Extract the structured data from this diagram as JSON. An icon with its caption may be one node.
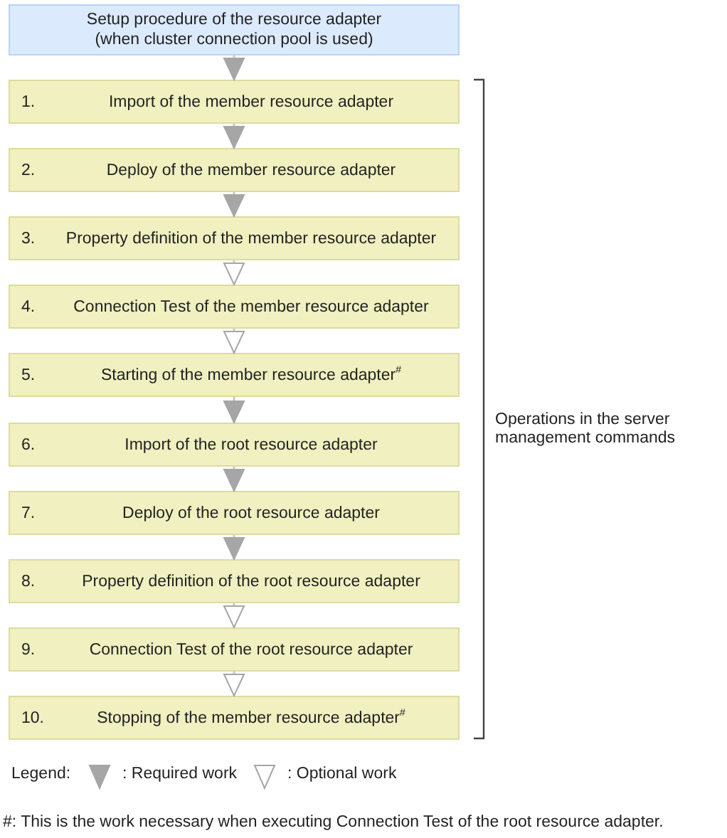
{
  "diagram": {
    "nodes": [
      {
        "text": [
          "Setup procedure of the resource adapter (when cluster connection pool is used)"
        ]
      },
      {
        "text": [
          "1.",
          "Import of the member resource adapter"
        ]
      },
      {
        "text": [
          "2.",
          "Deploy of the member resource adapter"
        ]
      },
      {
        "text": [
          "3.",
          "Property definition of the member resource adapter"
        ]
      },
      {
        "text": [
          "4.",
          "Connection Test of the member resource adapter"
        ]
      },
      {
        "text": [
          "5.",
          "Starting of the member resource adapter$^{#}$"
        ]
      },
      {
        "text": [
          "6.",
          "Import of the root resource adapter"
        ]
      },
      {
        "text": [
          "7.",
          "Deploy of the root resource adapter"
        ]
      },
      {
        "text": [
          "8.",
          "Property definition of the root resource adapter"
        ]
      },
      {
        "text": [
          "9.",
          "Connection Test of the root resource adapter"
        ]
      },
      {
        "text": [
          "10.",
          "Stopping of the member resource adapter$^{#}$"
        ]
      }
    ],
    "edges": [
      {
        "from": 0,
        "to": 1,
        "arrow": "to"
      },
      {
        "from": 1,
        "to": 2,
        "arrow": "to"
      },
      {
        "from": 2,
        "to": 3,
        "arrow": "to"
      },
      {
        "from": 3,
        "to": 4,
        "arrow": "to"
      },
      {
        "from": 4,
        "to": 5,
        "arrow": "to"
      },
      {
        "from": 5,
        "to": 6,
        "arrow": "to"
      },
      {
        "from": 6,
        "to": 7,
        "arrow": "to"
      },
      {
        "from": 7,
        "to": 8,
        "arrow": "to"
      },
      {
        "from": 8,
        "to": 9,
        "arrow": "to"
      },
      {
        "from": 9,
        "to": 10,
        "arrow": "to"
      }
    ],
    "labels": [
      "Operations in the server management commands",
      "Legend:",
      "#: This is the work necessary when executing Connection Test of the root resource adapter."
    ],
    "legend": [
      {
        "text": ": Required work"
      },
      {
        "text": ": Optional work"
      }
    ]
  }
}
